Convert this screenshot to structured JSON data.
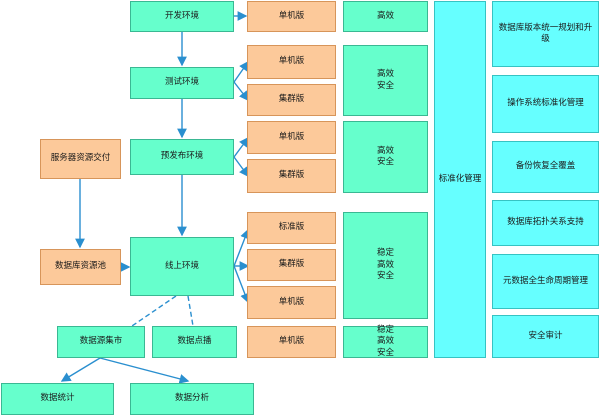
{
  "environments": {
    "dev": "开发环境",
    "test": "测试环境",
    "preprod": "预发布环境",
    "prod": "线上环境"
  },
  "resources": {
    "server_delivery": "服务器资源交付",
    "db_pool": "数据库资源池"
  },
  "deploy_modes": {
    "standalone": "单机版",
    "cluster": "集群版",
    "standard": "标准版"
  },
  "traits": {
    "dev": [
      "高效"
    ],
    "test": [
      "高效",
      "安全"
    ],
    "preprod": [
      "高效",
      "安全"
    ],
    "prod": [
      "稳定",
      "高效",
      "安全"
    ],
    "bottom": [
      "稳定",
      "高效",
      "安全"
    ]
  },
  "standardization": "标准化管理",
  "standards": [
    "数据库版本统一规划和升级",
    "操作系统标准化管理",
    "备份恢复全覆盖",
    "数据库拓扑关系支持",
    "元数据全生命周期管理",
    "安全审计"
  ],
  "data": {
    "mart": "数据源集市",
    "probe": "数据点播",
    "stats": "数据统计",
    "analysis": "数据分析"
  },
  "colors": {
    "env": "#66ffcc",
    "mode": "#fcc99a",
    "standard": "#66ffff",
    "arrow": "#2a8fcf"
  }
}
